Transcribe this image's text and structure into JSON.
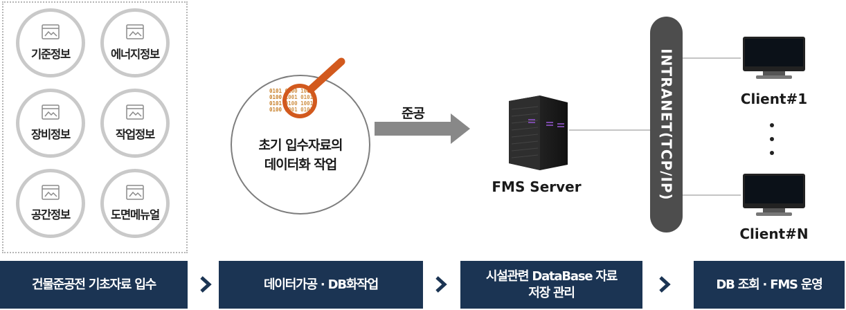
{
  "categories": [
    {
      "label": "기준정보",
      "icon": "image-window-icon"
    },
    {
      "label": "에너지정보",
      "icon": "image-window-icon"
    },
    {
      "label": "장비정보",
      "icon": "image-window-icon"
    },
    {
      "label": "작업정보",
      "icon": "image-window-icon"
    },
    {
      "label": "공간정보",
      "icon": "image-window-icon"
    },
    {
      "label": "도면메뉴얼",
      "icon": "image-window-icon"
    }
  ],
  "process": {
    "line1": "초기 입수자료의",
    "line2": "데이터화 작업",
    "binary_rows": [
      "0101 0100 1001",
      "0100 1001 0101",
      "0101 0100 1001",
      "0100 1001 0101"
    ]
  },
  "arrow_label": "준공",
  "server_label": "FMS Server",
  "network_label": "INTRANET(TCP/IP)",
  "clients": [
    "Client#1",
    "Client#N"
  ],
  "steps": [
    {
      "line1": "건물준공전 기초자료 입수",
      "line2": ""
    },
    {
      "line1": "데이터가공 · DB화작업",
      "line2": ""
    },
    {
      "line1": "시설관련 DataBase 자료",
      "line2": "저장 관리"
    },
    {
      "line1": "DB 조회 · FMS 운영",
      "line2": ""
    }
  ],
  "colors": {
    "bar": "#1b3453",
    "arrow": "#888888",
    "magnifier": "#d2591d",
    "binary": "#c8802a",
    "bus": "#4d4d4d",
    "circle_border": "#c9c9c9"
  }
}
